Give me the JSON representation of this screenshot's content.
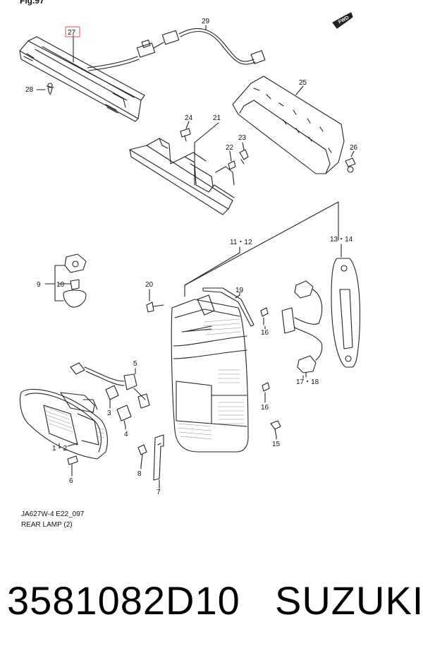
{
  "figure_label": "Fig.97",
  "fwd_label": "FWD",
  "callouts": {
    "c27": "27",
    "c28": "28",
    "c29": "29",
    "c25": "25",
    "c24": "24",
    "c21": "21",
    "c23": "23",
    "c22": "22",
    "c26": "26",
    "c11_12": "11・12",
    "c13_14": "13・14",
    "c9": "9",
    "c10": "10",
    "c20": "20",
    "c19": "19",
    "c16a": "16",
    "c16b": "16",
    "c17_18": "17・18",
    "c15": "15",
    "c5": "5",
    "c3": "3",
    "c4": "4",
    "c1_2": "1・2",
    "c8": "8",
    "c6": "6",
    "c7": "7"
  },
  "caption": {
    "code": "JA627W-4 E22_097",
    "title": "REAR LAMP (2)"
  },
  "footer": {
    "part_number": "3581082D10",
    "brand": "SUZUKI"
  },
  "colors": {
    "highlight_box": "#d9534f",
    "line": "#222222"
  }
}
